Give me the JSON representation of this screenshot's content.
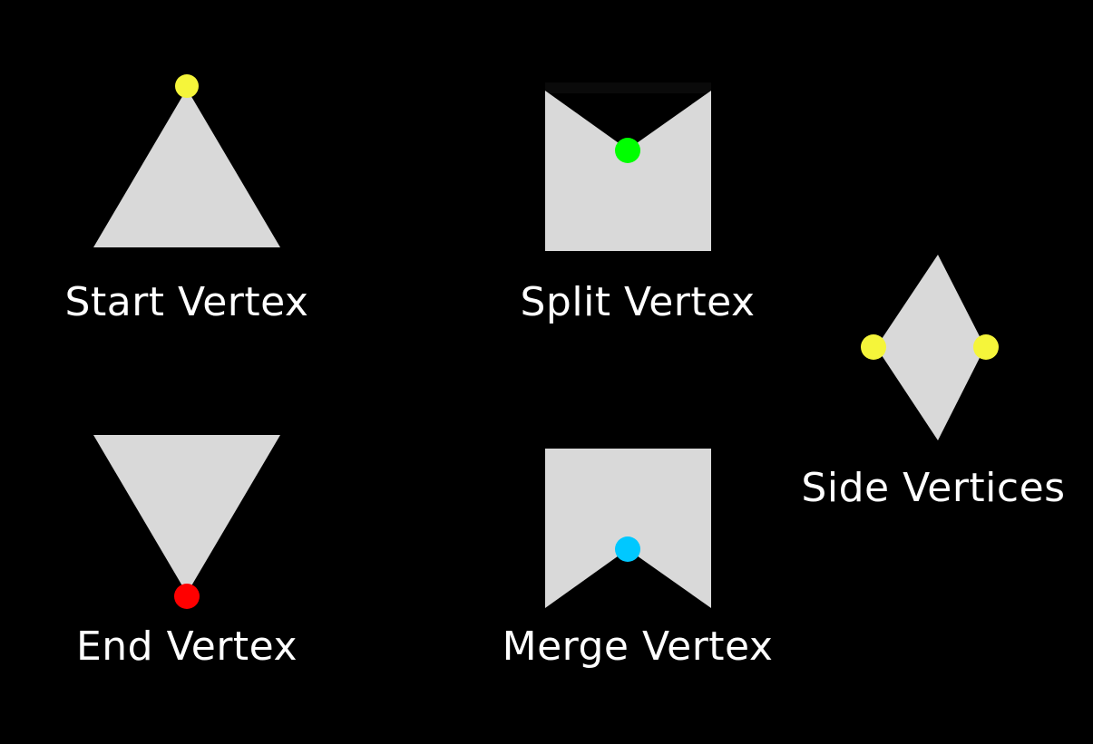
{
  "colors": {
    "background": "#000000",
    "shape_fill": "#d9d9d9",
    "label_text": "#ffffff",
    "start_vertex": "#f5f53a",
    "split_vertex": "#00ff00",
    "end_vertex": "#ff0000",
    "merge_vertex": "#00c8ff",
    "side_vertex": "#f5f53a"
  },
  "labels": {
    "start_vertex": "Start Vertex",
    "split_vertex": "Split Vertex",
    "side_vertices": "Side Vertices",
    "end_vertex": "End Vertex",
    "merge_vertex": "Merge Vertex"
  }
}
